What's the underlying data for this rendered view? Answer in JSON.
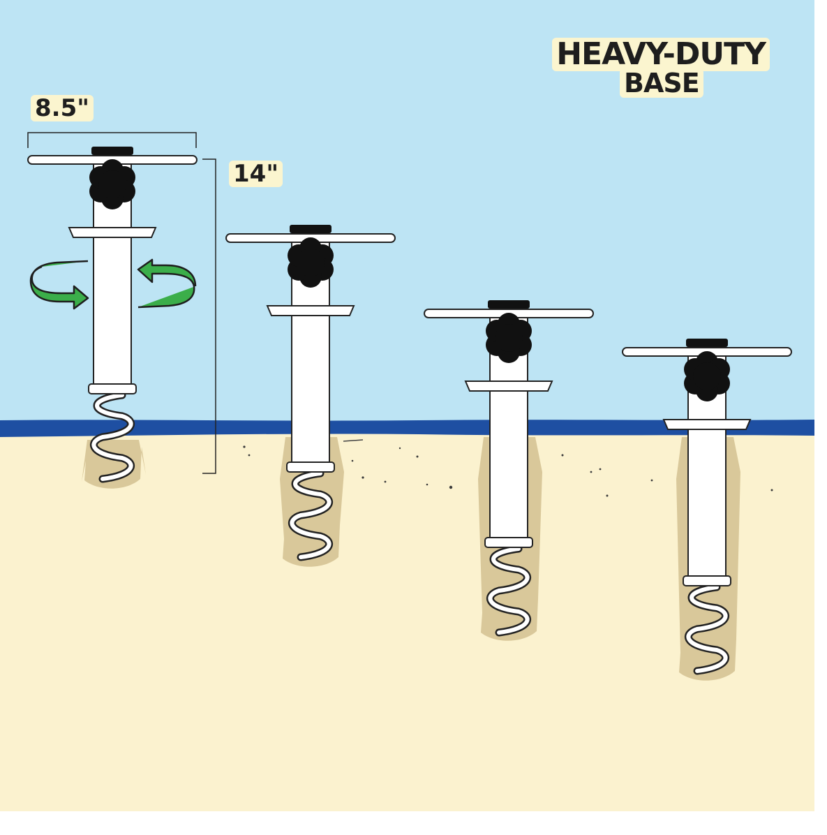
{
  "title": {
    "line1": "HEAVY-DUTY",
    "line2": "BASE"
  },
  "dimensions": {
    "width": "8.5\"",
    "height": "14\""
  },
  "colors": {
    "sky": "#bde4f4",
    "water": "#1e4fa2",
    "sand": "#fbf2cf",
    "hole": "#d9c89a",
    "label_bg": "#fbf5cf",
    "arrow": "#3bae4a",
    "knob": "#111111",
    "text": "#1e1e1e"
  },
  "icons": [
    "rotation-arrow-icon",
    "knob-icon"
  ],
  "anchors_shown": 4
}
